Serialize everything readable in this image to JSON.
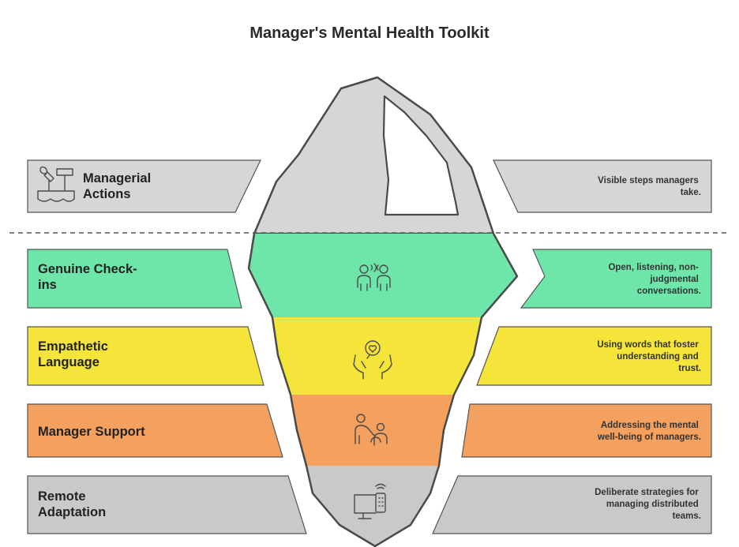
{
  "title": "Manager's Mental Health Toolkit",
  "colors": {
    "gray": "#d6d6d6",
    "green": "#6ee6aa",
    "yellow": "#f5e43a",
    "orange": "#f4a05e",
    "gray_dark": "#c9c9c9",
    "outline": "#4a4a4a",
    "peak": "#ffffff"
  },
  "layers": [
    {
      "id": "managerial",
      "label_lines": [
        "Managerial",
        "Actions"
      ],
      "description_lines": [
        "Visible steps managers",
        "take."
      ],
      "icon": "tools-icon",
      "color": "gray"
    },
    {
      "id": "checkins",
      "label_lines": [
        "Genuine Check-",
        "ins"
      ],
      "description_lines": [
        "Open, listening, non-",
        "judgmental",
        "conversations."
      ],
      "icon": "people-talking-icon",
      "color": "green"
    },
    {
      "id": "empathetic",
      "label_lines": [
        "Empathetic",
        "Language"
      ],
      "description_lines": [
        "Using words that foster",
        "understanding and",
        "trust."
      ],
      "icon": "hands-heart-icon",
      "color": "yellow"
    },
    {
      "id": "support",
      "label_lines": [
        "Manager Support"
      ],
      "description_lines": [
        "Addressing the mental",
        "well-being of managers."
      ],
      "icon": "helping-person-icon",
      "color": "orange"
    },
    {
      "id": "remote",
      "label_lines": [
        "Remote",
        "Adaptation"
      ],
      "description_lines": [
        "Deliberate strategies for",
        "managing distributed",
        "teams."
      ],
      "icon": "remote-device-icon",
      "color": "gray_dark"
    }
  ]
}
